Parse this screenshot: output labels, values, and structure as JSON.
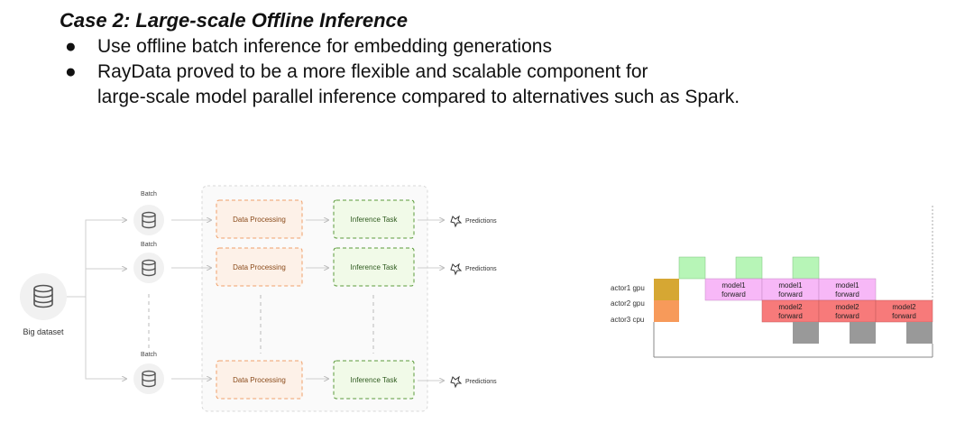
{
  "slide": {
    "title": "Case 2: Large-scale Offline Inference",
    "bullets": [
      "Use offline batch inference for embedding generations",
      "RayData proved to be a more flexible and scalable component for",
      "large-scale model parallel inference compared to alternatives such as Spark."
    ]
  },
  "pipeline": {
    "source_label": "Big dataset",
    "batch_label": "Batch",
    "processing_label": "Data Processing",
    "inference_label": "Inference Task",
    "output_label": "Predictions",
    "colors": {
      "processing": "#f0a06a",
      "inference": "#5a9a3a"
    }
  },
  "timeline": {
    "rows": [
      "actor1 gpu",
      "actor2 gpu",
      "actor3 cpu"
    ],
    "model1_label": [
      "model1",
      "forward"
    ],
    "model2_label": [
      "model2",
      "forward"
    ],
    "colors": {
      "green": "#b7f5b7",
      "pink": "#f7b8f7",
      "red": "#f77a7a",
      "gold": "#d6a733",
      "orange": "#f79a5a",
      "gray": "#999999"
    }
  }
}
